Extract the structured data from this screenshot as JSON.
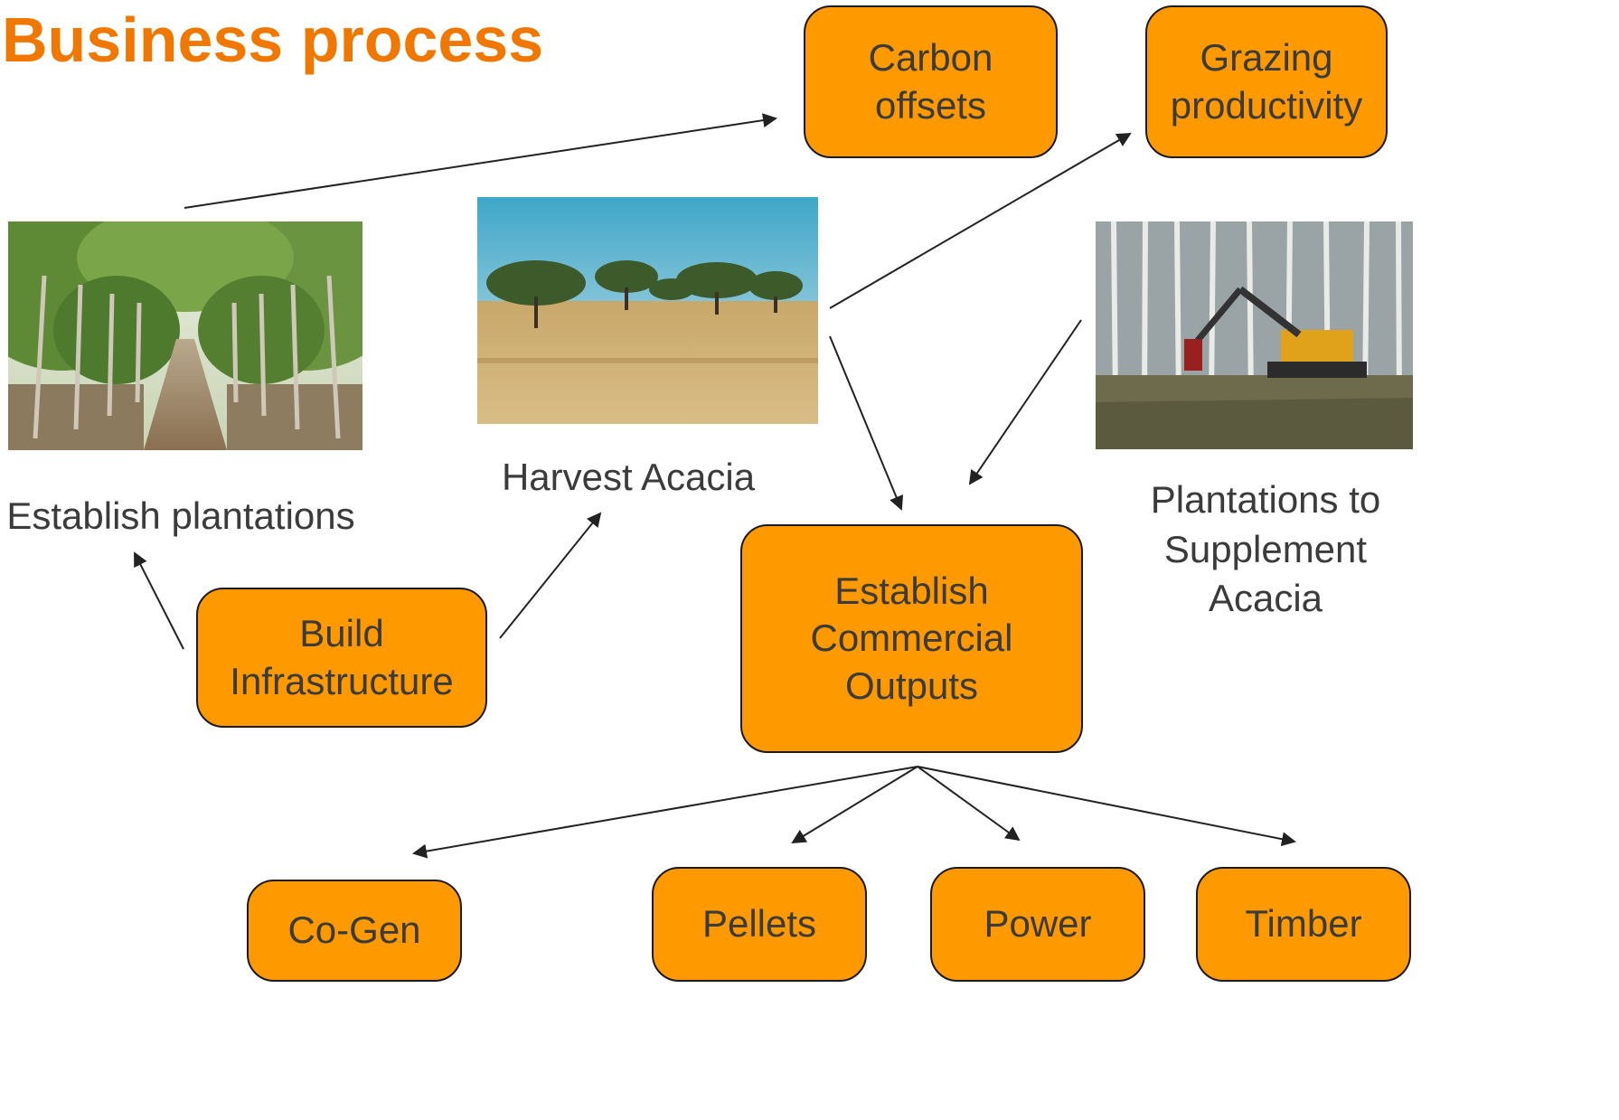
{
  "title": "Business process",
  "colors": {
    "title": "#f07800",
    "box_fill": "#ff9900",
    "box_border": "#1a1a1a",
    "text": "#3b3b3b",
    "arrow": "#222222"
  },
  "nodes": {
    "carbon_offsets": "Carbon\noffsets",
    "grazing_productivity": "Grazing\nproductivity",
    "build_infrastructure": "Build\nInfrastructure",
    "establish_commercial_outputs": "Establish\nCommercial\nOutputs",
    "co_gen": "Co-Gen",
    "pellets": "Pellets",
    "power": "Power",
    "timber": "Timber"
  },
  "captions": {
    "establish_plantations": "Establish plantations",
    "harvest_acacia": "Harvest Acacia",
    "plantations_supplement": "Plantations to\nSupplement\nAcacia"
  },
  "images": {
    "plantation": "photo of tree-lined plantation rows",
    "acacia": "photo of acacia savanna under blue sky",
    "harvest": "photo of harvesting machine in a plantation forest"
  }
}
